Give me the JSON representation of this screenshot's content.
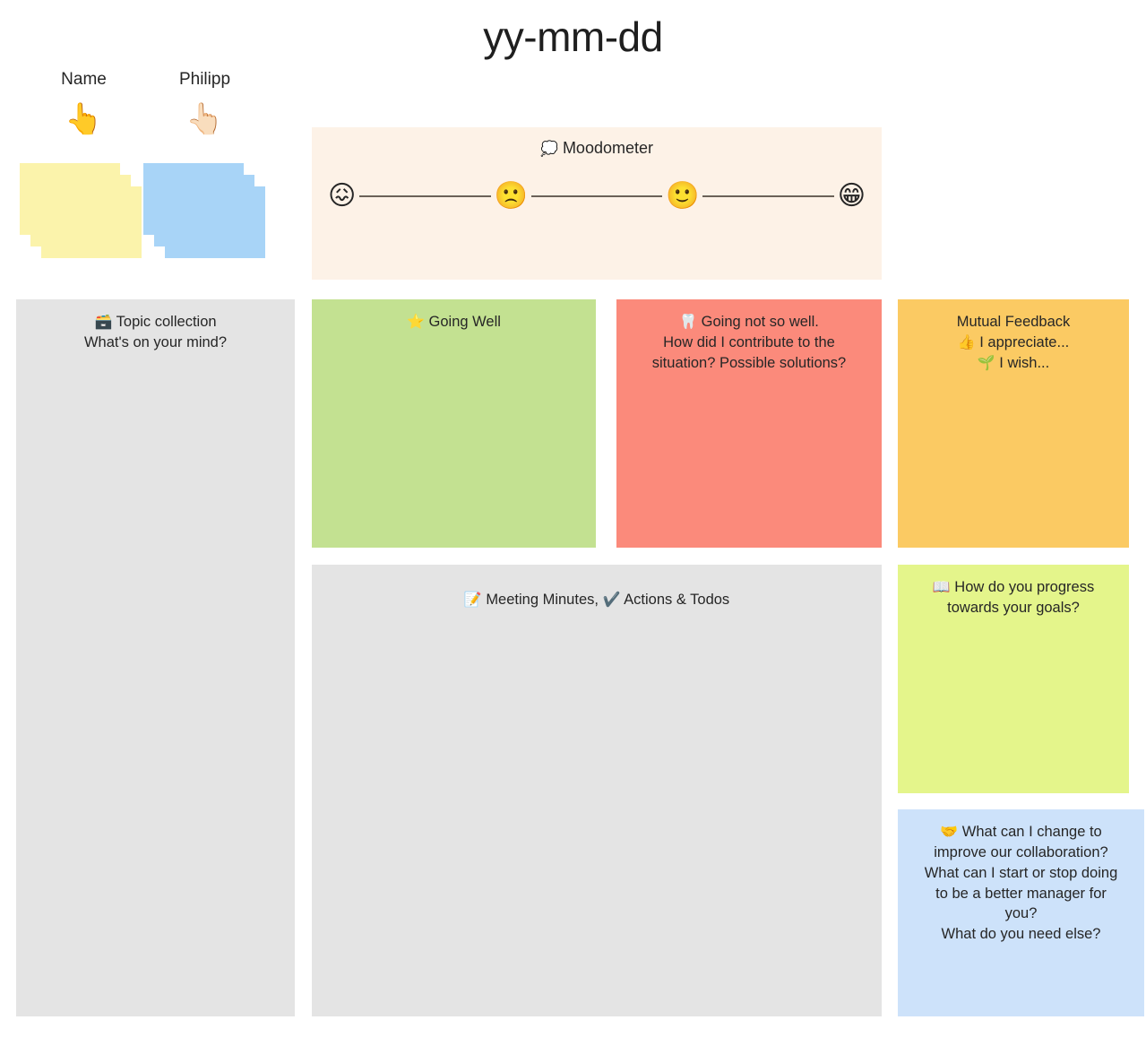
{
  "board": {
    "title": "yy-mm-dd"
  },
  "participants": [
    {
      "name": "Name",
      "hand_icon": "backhand-index-pointing-up-medium-skin",
      "hand": "👆",
      "note_color": "#fbf3ab",
      "count": 3
    },
    {
      "name": "Philipp",
      "hand_icon": "backhand-index-pointing-up-light-skin",
      "hand": "👆🏻",
      "note_color": "#a8d4f7",
      "count": 3
    }
  ],
  "moodometer": {
    "icon": "thought-balloon",
    "icon_glyph": "💭",
    "title": "Moodometer",
    "background": "#fdf2e7",
    "line_color": "#6b6258",
    "faces": [
      {
        "name": "confounded-face",
        "glyph": "😖",
        "level": 1
      },
      {
        "name": "slightly-frowning-face",
        "glyph": "🙁",
        "level": 2
      },
      {
        "name": "slightly-smiling-face",
        "glyph": "🙂",
        "level": 3
      },
      {
        "name": "beaming-face-smiling-eyes",
        "glyph": "😁",
        "level": 4
      }
    ]
  },
  "panels": {
    "topic": {
      "icon": "card-file-box",
      "icon_glyph": "🗃️",
      "line1": "Topic collection",
      "line2": "What's on your mind?",
      "background": "#e4e4e4"
    },
    "going_well": {
      "icon": "star",
      "icon_glyph": "⭐",
      "line1": "Going Well",
      "background": "#c3e191"
    },
    "not_so_well": {
      "icon": "tooth",
      "icon_glyph": "🦷",
      "line1": "Going not so well.",
      "line2": "How did I contribute to the",
      "line3": "situation? Possible solutions?",
      "background": "#fb8a7b"
    },
    "mutual_feedback": {
      "line1": "Mutual Feedback",
      "appreciate_icon": "thumbs-up",
      "appreciate_icon_glyph": "👍",
      "line2": "I appreciate...",
      "wish_icon": "seedling",
      "wish_icon_glyph": "🌱",
      "line3": "I wish...",
      "background": "#fbca63"
    },
    "minutes": {
      "memo_icon": "memo",
      "memo_icon_glyph": "📝",
      "part1": "Meeting Minutes,",
      "check_icon": "check-mark",
      "check_icon_glyph": "✔️",
      "part2": "Actions & Todos",
      "background": "#e4e4e4"
    },
    "goals": {
      "icon": "open-book",
      "icon_glyph": "📖",
      "line1": "How do you progress",
      "line2": "towards your goals?",
      "background": "#e4f58b"
    },
    "collaboration": {
      "icon": "handshake",
      "icon_glyph": "🤝",
      "line1": "What can I change to",
      "line2": "improve our collaboration?",
      "line3": "What can I start or stop doing",
      "line4": "to be a better manager for",
      "line5": "you?",
      "line6": "What do you need else?",
      "background": "#cde2fa"
    }
  }
}
